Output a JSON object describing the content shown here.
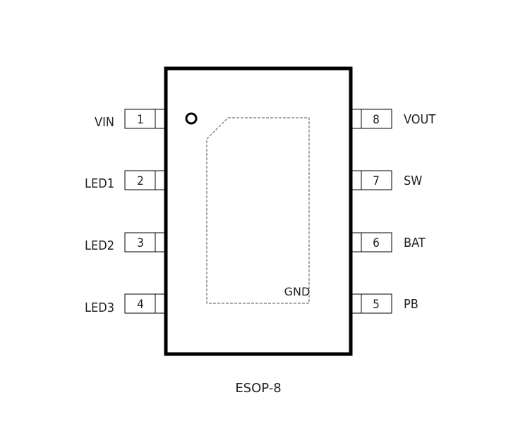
{
  "chip": {
    "package": "ESOP-8",
    "exposed_pad_label": "GND"
  },
  "pins_left": [
    {
      "number": "1",
      "label": "VIN"
    },
    {
      "number": "2",
      "label": "LED1"
    },
    {
      "number": "3",
      "label": "LED2"
    },
    {
      "number": "4",
      "label": "LED3"
    }
  ],
  "pins_right": [
    {
      "number": "8",
      "label": "VOUT"
    },
    {
      "number": "7",
      "label": "SW"
    },
    {
      "number": "6",
      "label": "BAT"
    },
    {
      "number": "5",
      "label": "PB"
    }
  ],
  "colors": {
    "outline": "#000000",
    "text": "#222222",
    "pad_outline": "#555555"
  }
}
